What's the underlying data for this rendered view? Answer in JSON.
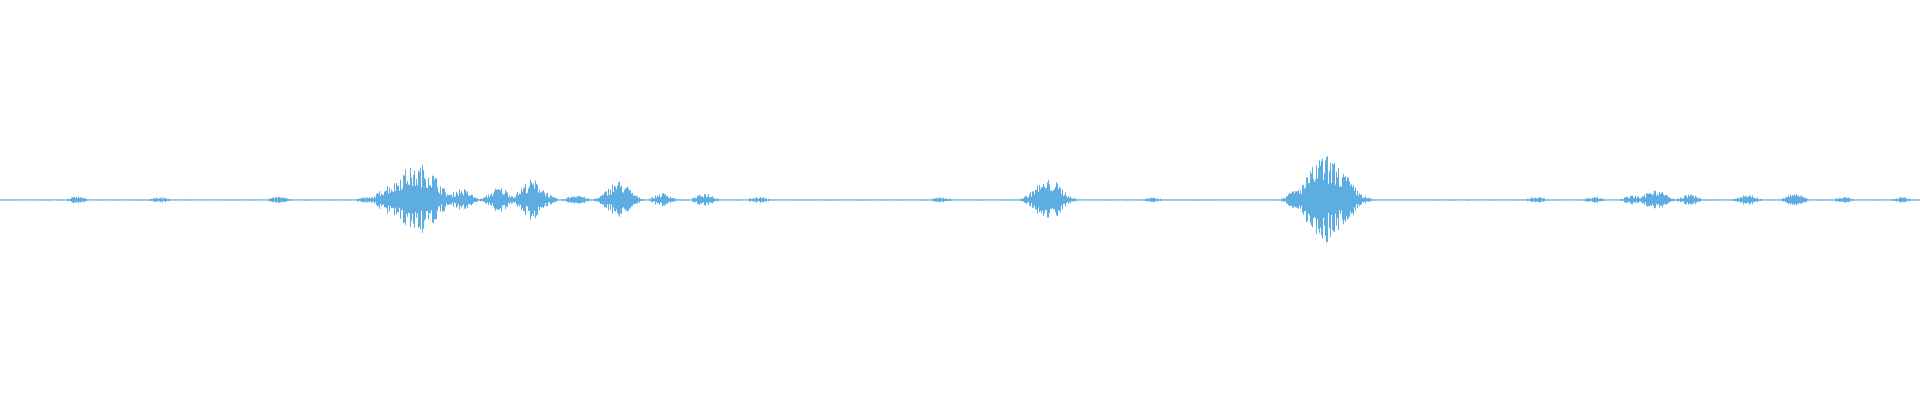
{
  "waveform": {
    "color": "#5dade2",
    "background": "#ffffff",
    "description_label": "",
    "bursts": [
      {
        "at": 0.04,
        "amp": 0.06
      },
      {
        "at": 0.083,
        "amp": 0.05
      },
      {
        "at": 0.145,
        "amp": 0.06
      },
      {
        "at": 0.19,
        "amp": 0.05
      },
      {
        "at": 0.2,
        "amp": 0.1
      },
      {
        "at": 0.203,
        "amp": 0.28
      },
      {
        "at": 0.213,
        "amp": 0.55
      },
      {
        "at": 0.22,
        "amp": 0.6
      },
      {
        "at": 0.226,
        "amp": 0.16
      },
      {
        "at": 0.24,
        "amp": 0.2
      },
      {
        "at": 0.26,
        "amp": 0.22
      },
      {
        "at": 0.277,
        "amp": 0.35
      },
      {
        "at": 0.3,
        "amp": 0.1
      },
      {
        "at": 0.322,
        "amp": 0.33
      },
      {
        "at": 0.345,
        "amp": 0.12
      },
      {
        "at": 0.367,
        "amp": 0.12
      },
      {
        "at": 0.395,
        "amp": 0.06
      },
      {
        "at": 0.49,
        "amp": 0.05
      },
      {
        "at": 0.543,
        "amp": 0.3
      },
      {
        "at": 0.547,
        "amp": 0.35
      },
      {
        "at": 0.6,
        "amp": 0.04
      },
      {
        "at": 0.676,
        "amp": 0.2
      },
      {
        "at": 0.69,
        "amp": 0.75
      },
      {
        "at": 0.695,
        "amp": 0.6
      },
      {
        "at": 0.8,
        "amp": 0.06
      },
      {
        "at": 0.83,
        "amp": 0.06
      },
      {
        "at": 0.85,
        "amp": 0.08
      },
      {
        "at": 0.862,
        "amp": 0.2
      },
      {
        "at": 0.88,
        "amp": 0.1
      },
      {
        "at": 0.91,
        "amp": 0.1
      },
      {
        "at": 0.935,
        "amp": 0.12
      },
      {
        "at": 0.96,
        "amp": 0.06
      },
      {
        "at": 0.99,
        "amp": 0.05
      }
    ]
  }
}
